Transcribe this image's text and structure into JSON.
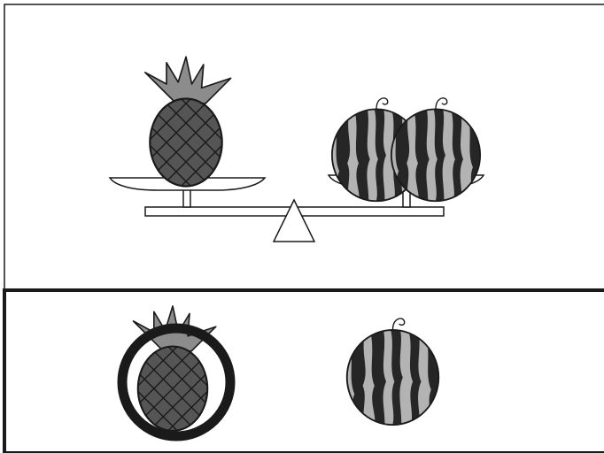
{
  "scene": {
    "top_panel": {
      "description_none": "",
      "left_pan": {
        "items": [
          {
            "kind": "pineapple",
            "icon": "pineapple-icon"
          }
        ]
      },
      "right_pan": {
        "items": [
          {
            "kind": "watermelon",
            "icon": "watermelon-icon"
          },
          {
            "kind": "watermelon",
            "icon": "watermelon-icon"
          }
        ]
      },
      "balance": "level"
    },
    "bottom_panel": {
      "choices": [
        {
          "kind": "pineapple",
          "icon": "pineapple-icon",
          "selected": true
        },
        {
          "kind": "watermelon",
          "icon": "watermelon-icon",
          "selected": false
        }
      ]
    }
  },
  "colors": {
    "outline": "#1a1a1a",
    "pineapple_body": "#555555",
    "pineapple_leaves": "#8c8c8c",
    "watermelon_light": "#b3b3b3",
    "watermelon_dark": "#262626",
    "selection_ring": "#1a1a1a"
  }
}
